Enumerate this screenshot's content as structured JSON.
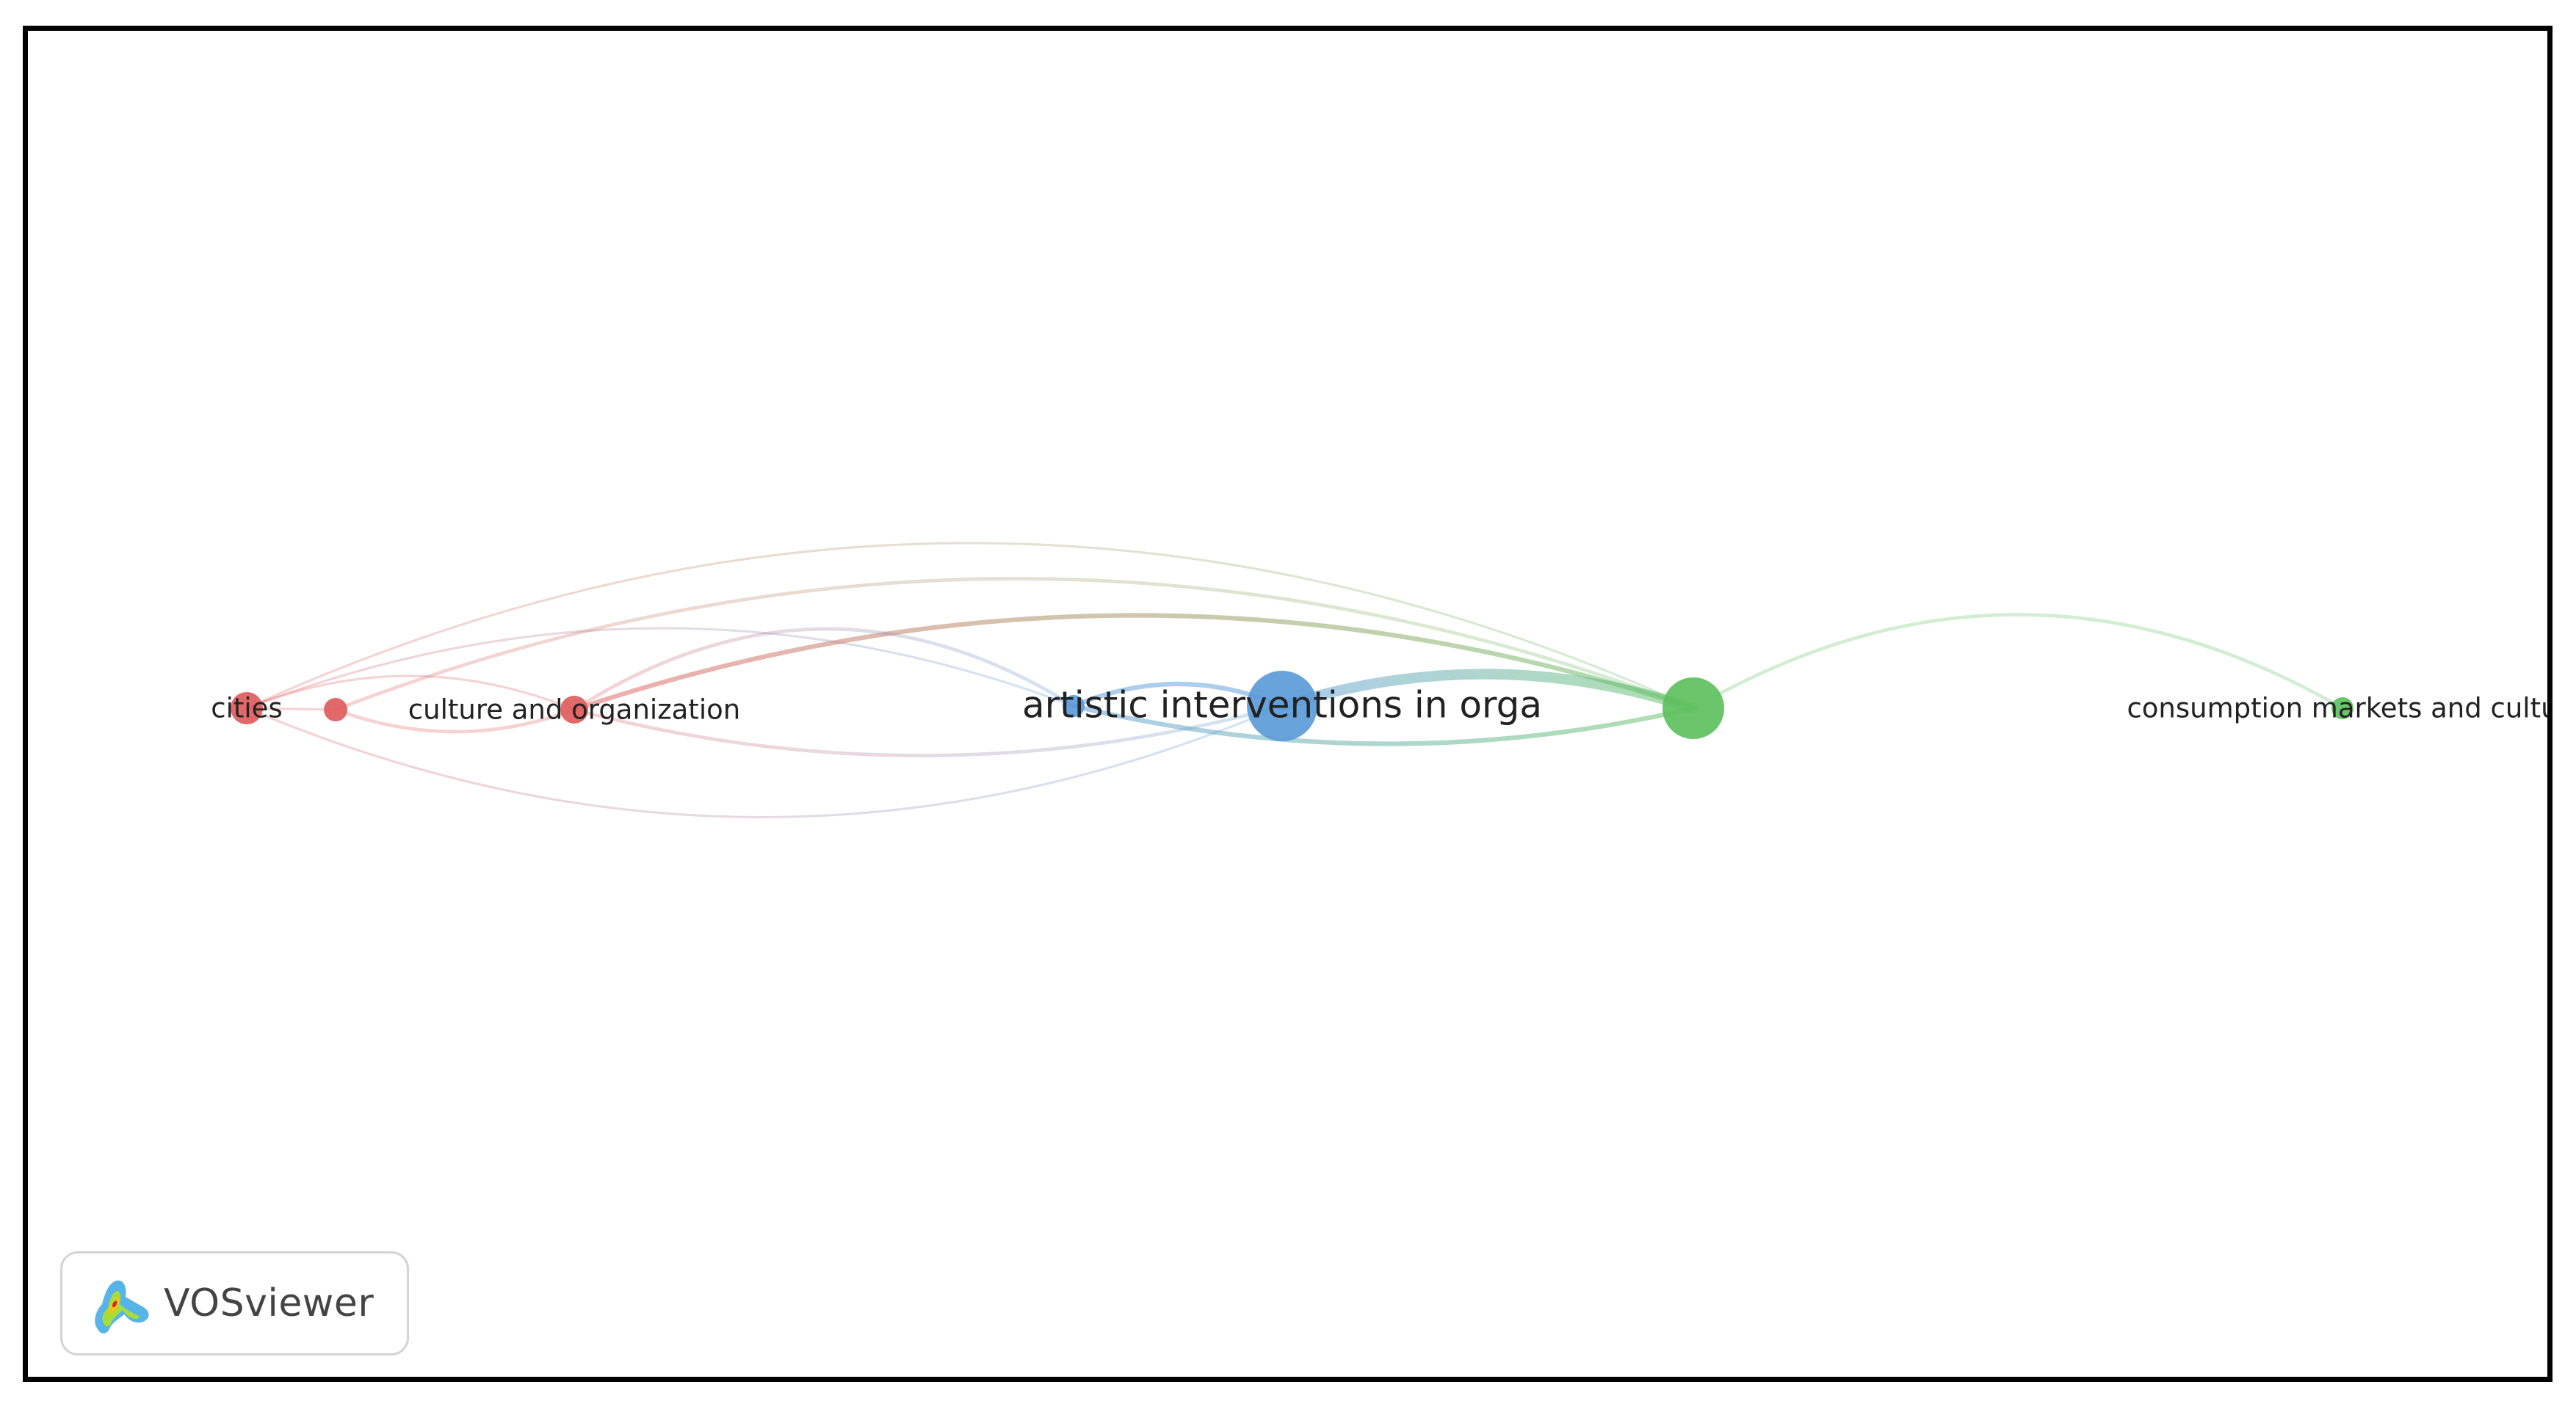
{
  "nodes": [
    {
      "id": "cities",
      "label": "cities",
      "cluster": "red",
      "size": 22
    },
    {
      "id": "red2",
      "label": "",
      "cluster": "red",
      "size": 16
    },
    {
      "id": "culture",
      "label": "culture and organization",
      "cluster": "red",
      "size": 19
    },
    {
      "id": "blue-small",
      "label": "",
      "cluster": "blue",
      "size": 15
    },
    {
      "id": "artistic",
      "label": "artistic interventions in orga",
      "cluster": "blue",
      "size": 48
    },
    {
      "id": "green-big",
      "label": "",
      "cluster": "green",
      "size": 42
    },
    {
      "id": "consumption",
      "label": "consumption markets and cultu",
      "cluster": "green",
      "size": 15
    }
  ],
  "clusters": {
    "red": "#e05c5c",
    "blue": "#5b9bd8",
    "green": "#5ec05e"
  },
  "links": [
    {
      "source": "cities",
      "target": "green-big",
      "weight": 1
    },
    {
      "source": "cities",
      "target": "blue-small",
      "weight": 1
    },
    {
      "source": "cities",
      "target": "culture",
      "weight": 1
    },
    {
      "source": "cities",
      "target": "artistic",
      "weight": 1
    },
    {
      "source": "cities",
      "target": "red2",
      "weight": 1
    },
    {
      "source": "red2",
      "target": "green-big",
      "weight": 2
    },
    {
      "source": "red2",
      "target": "culture",
      "weight": 2
    },
    {
      "source": "culture",
      "target": "green-big",
      "weight": 3
    },
    {
      "source": "culture",
      "target": "artistic",
      "weight": 2
    },
    {
      "source": "culture",
      "target": "blue-small",
      "weight": 2
    },
    {
      "source": "blue-small",
      "target": "artistic",
      "weight": 3
    },
    {
      "source": "blue-small",
      "target": "green-big",
      "weight": 3
    },
    {
      "source": "artistic",
      "target": "green-big",
      "weight": 8
    },
    {
      "source": "green-big",
      "target": "consumption",
      "weight": 2
    }
  ],
  "brand": {
    "name": "VOSviewer",
    "icon": "vosviewer-logo-icon"
  }
}
